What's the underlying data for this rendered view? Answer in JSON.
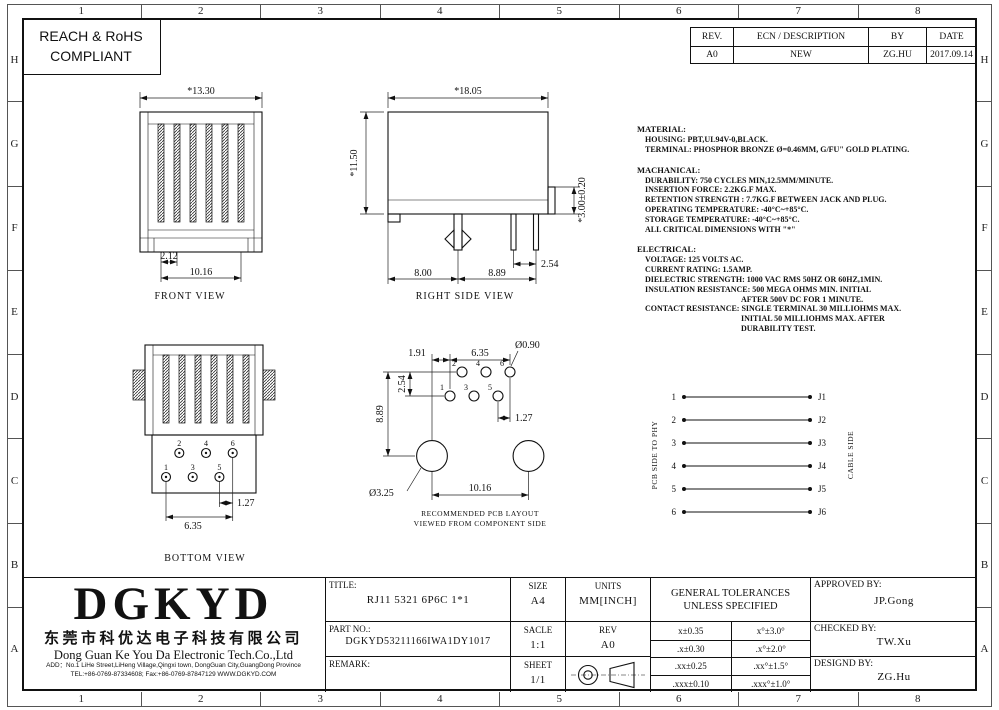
{
  "frame": {
    "cols": [
      "1",
      "2",
      "3",
      "4",
      "5",
      "6",
      "7",
      "8"
    ],
    "rows": [
      "H",
      "G",
      "F",
      "E",
      "D",
      "C",
      "B",
      "A"
    ]
  },
  "compliance": {
    "line1": "REACH & RoHS",
    "line2": "COMPLIANT"
  },
  "revision": {
    "h_rev": "REV.",
    "h_ecn": "ECN / DESCRIPTION",
    "h_by": "BY",
    "h_date": "DATE",
    "r_rev": "A0",
    "r_ecn": "NEW",
    "r_by": "ZG.HU",
    "r_date": "2017.09.14"
  },
  "views": {
    "front": {
      "label": "FRONT VIEW",
      "dims": {
        "w": "*13.30",
        "p": "2.12",
        "s": "10.16"
      }
    },
    "side": {
      "label": "RIGHT SIDE VIEW",
      "dims": {
        "w": "*18.05",
        "h": "*11.50",
        "t": "*3.00±0.20",
        "a": "8.00",
        "b": "8.89",
        "c": "2.54"
      }
    },
    "bottom": {
      "label": "BOTTOM VIEW",
      "pins_top": [
        "2",
        "4",
        "6"
      ],
      "pins_bottom": [
        "1",
        "3",
        "5"
      ],
      "dims": {
        "s": "6.35",
        "o": "1.27"
      }
    },
    "pcb": {
      "caption1": "RECOMMENDED PCB LAYOUT",
      "caption2": "VIEWED FROM COMPONENT SIDE",
      "pins": [
        "1",
        "2",
        "3",
        "4",
        "5",
        "6"
      ],
      "dims": {
        "a": "1.91",
        "b": "6.35",
        "small_hole": "Ø0.90",
        "v1": "8.89",
        "v2": "2.54",
        "c": "1.27",
        "big_hole": "Ø3.25",
        "d": "10.16"
      }
    }
  },
  "wiring": {
    "left_label": "PCB SIDE TO PHY",
    "right_label": "CABLE SIDE",
    "pins": [
      "1",
      "2",
      "3",
      "4",
      "5",
      "6"
    ],
    "jacks": [
      "J1",
      "J2",
      "J3",
      "J4",
      "J5",
      "J6"
    ]
  },
  "specs": {
    "material_title": "MATERIAL:",
    "material_body": "HOUSING: PBT,UL94V-0,BLACK.\nTERMINAL: PHOSPHOR BRONZE Ø=0.46MM, G/FU\" GOLD PLATING.",
    "mechanical_title": "MACHANICAL:",
    "mechanical_body": "DURABILITY: 750 CYCLES MIN,12.5MM/MINUTE.\nINSERTION FORCE: 2.2KG.F MAX.\nRETENTION STRENGTH : 7.7KG.F BETWEEN JACK AND PLUG.\nOPERATING TEMPERATURE: -40°C~+85°C.\nSTORAGE TEMPERATURE: -40°C~+85°C.\nALL CRITICAL DIMENSIONS WITH \"*\"",
    "electrical_title": "ELECTRICAL:",
    "electrical_body": "VOLTAGE: 125 VOLTS AC.\nCURRENT RATING: 1.5AMP.\nDIELECTRIC STRENGTH: 1000 VAC RMS 50HZ OR 60HZ,1MIN.\nINSULATION RESISTANCE: 500 MEGA OHMS MIN. INITIAL\n                                                AFTER 500V DC FOR 1 MINUTE.\nCONTACT RESISTANCE: SINGLE TERMINAL 30 MILLIOHMS MAX.\n                                                INITIAL 50 MILLIOHMS MAX. AFTER\n                                                DURABILITY TEST."
  },
  "title_block": {
    "title_label": "TITLE:",
    "title_value": "RJ11 5321 6P6C 1*1",
    "size_label": "SIZE",
    "size_value": "A4",
    "units_label": "UNITS",
    "units_value": "MM[INCH]",
    "tol_header1": "GENERAL TOLERANCES",
    "tol_header2": "UNLESS SPECIFIED",
    "approved_label": "APPROVED BY:",
    "approved_value": "JP.Gong",
    "partno_label": "PART NO.:",
    "partno_value": "DGKYD53211166IWA1DY1017",
    "scale_label": "SACLE",
    "scale_value": "1:1",
    "rev_label": "REV",
    "rev_value": "A0",
    "checked_label": "CHECKED BY:",
    "checked_value": "TW.Xu",
    "remark_label": "REMARK:",
    "sheet_label": "SHEET",
    "sheet_value": "1/1",
    "designed_label": "DESIGND BY:",
    "designed_value": "ZG.Hu",
    "tolerances": [
      [
        "x±0.35",
        "x°±3.0°"
      ],
      [
        ".x±0.30",
        ".x°±2.0°"
      ],
      [
        ".xx±0.25",
        ".xx°±1.5°"
      ],
      [
        ".xxx±0.10",
        ".xxx°±1.0°"
      ]
    ]
  },
  "company": {
    "logo": "DGKYD",
    "name_cn": "东莞市科优达电子科技有限公司",
    "name_en": "Dong Guan Ke You Da Electronic Tech.Co.,Ltd",
    "address": "ADD：No.1 LiHe Street,LiHeng Village,Qingxi town, DongGuan City,GuangDong Province",
    "contact": "TEL:+86-0769-87334608; Fax:+86-0769-87847129  WWW.DGKYD.COM"
  }
}
